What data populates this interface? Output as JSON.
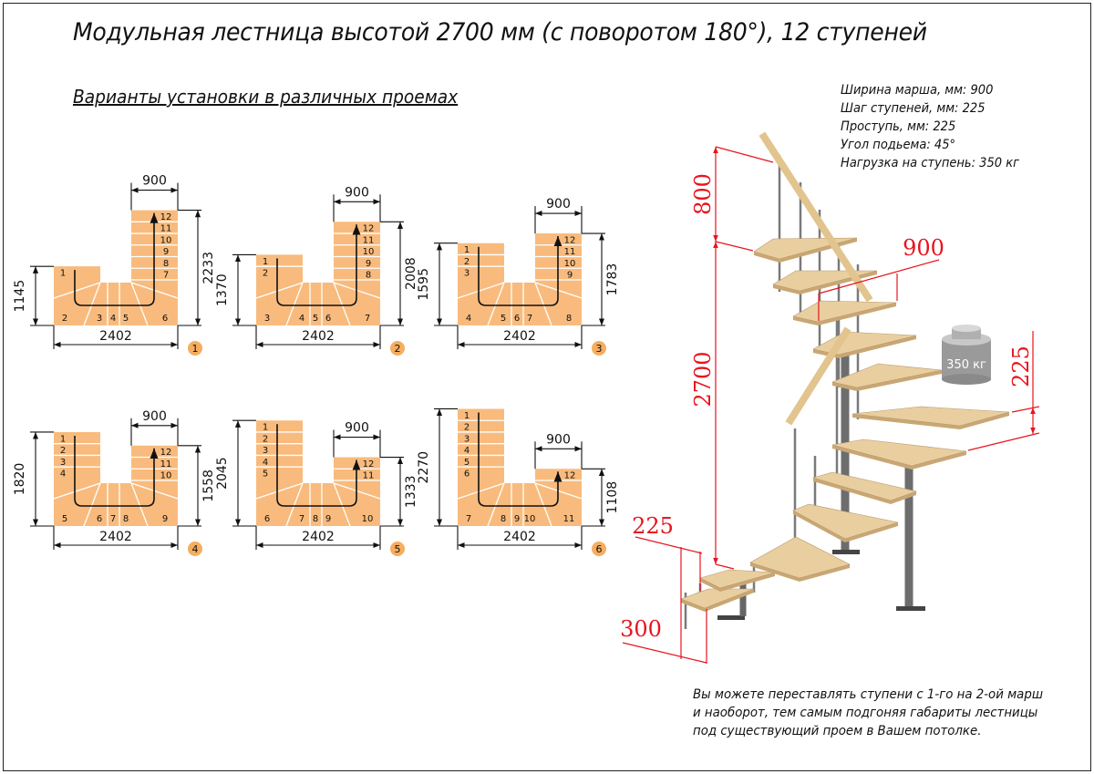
{
  "title": "Модульная лестница высотой 2700 мм (с поворотом 180°), 12 ступеней",
  "subtitle": "Варианты установки в различных проемах",
  "specs": [
    "Ширина марша, мм: 900",
    "Шаг ступеней, мм: 225",
    "Проступь, мм: 225",
    "Угол подьема: 45°",
    "Нагрузка на ступень: 350 кг"
  ],
  "variants": [
    {
      "badge": "1",
      "width": "2402",
      "march": "900",
      "left_dim": "1145",
      "right_dim": "2233",
      "left_steps": 1
    },
    {
      "badge": "2",
      "width": "2402",
      "march": "900",
      "left_dim": "1370",
      "right_dim": "2008",
      "left_steps": 2
    },
    {
      "badge": "3",
      "width": "2402",
      "march": "900",
      "left_dim": "1595",
      "right_dim": "1783",
      "left_steps": 3
    },
    {
      "badge": "4",
      "width": "2402",
      "march": "900",
      "left_dim": "1820",
      "right_dim": "1558",
      "left_steps": 4
    },
    {
      "badge": "5",
      "width": "2402",
      "march": "900",
      "left_dim": "2045",
      "right_dim": "1333",
      "left_steps": 5
    },
    {
      "badge": "6",
      "width": "2402",
      "march": "900",
      "left_dim": "2270",
      "right_dim": "1108",
      "left_steps": 6
    }
  ],
  "total_steps": 12,
  "illustration": {
    "dim_800": "800",
    "dim_2700": "2700",
    "dim_900": "900",
    "dim_225_right": "225",
    "dim_225_bottom": "225",
    "dim_300": "300",
    "weight_label": "350 кг"
  },
  "note": [
    "Вы можете переставлять ступени с 1-го на 2-ой марш",
    "и наоборот, тем самым подгоняя габариты лестницы",
    "под существующий проем в Вашем потолке."
  ],
  "colors": {
    "step_fill": "#f8bb7d",
    "dimension_red": "#e8141e",
    "badge": "#f5ad5f",
    "tread": "#e9cfa0"
  }
}
